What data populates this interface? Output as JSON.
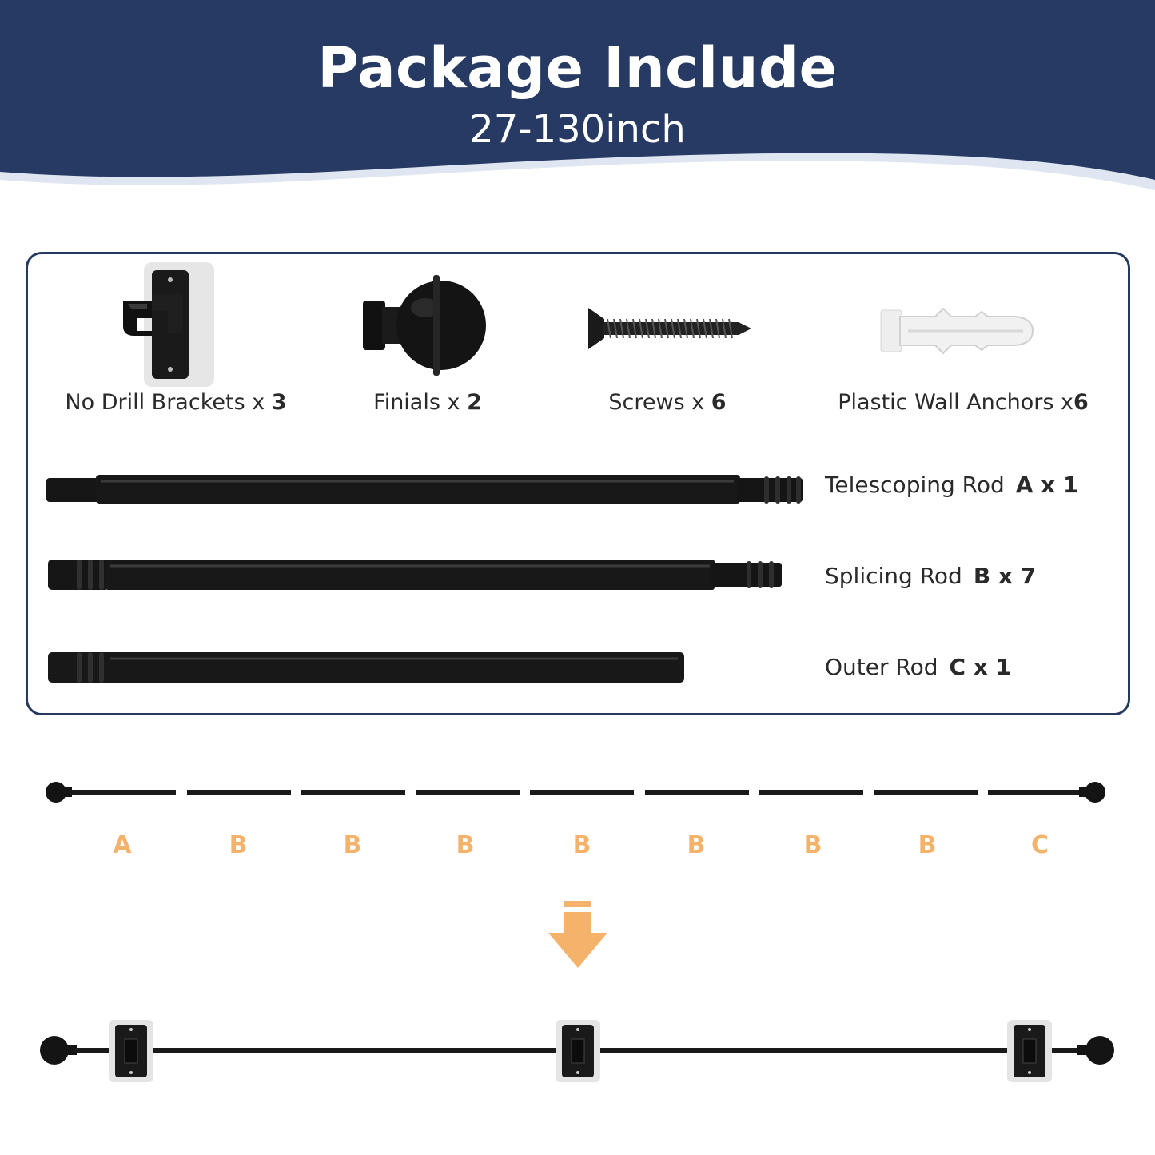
{
  "header": {
    "title": "Package Include",
    "subtitle": "27-130inch",
    "bg_color": "#263a64"
  },
  "items": [
    {
      "name": "No Drill Brackets x ",
      "qty": "3",
      "icon": "bracket-icon"
    },
    {
      "name": "Finials x ",
      "qty": "2",
      "icon": "finial-icon"
    },
    {
      "name": "Screws x ",
      "qty": "6",
      "icon": "screw-icon"
    },
    {
      "name": "Plastic Wall Anchors x",
      "qty": "6",
      "icon": "anchor-icon"
    }
  ],
  "rods": [
    {
      "name": "Telescoping Rod",
      "code": "A x 1"
    },
    {
      "name": "Splicing Rod",
      "code": "B x 7"
    },
    {
      "name": "Outer Rod",
      "code": "C x 1"
    }
  ],
  "assembly": {
    "segments": [
      "A",
      "B",
      "B",
      "B",
      "B",
      "B",
      "B",
      "B",
      "C"
    ],
    "accent_color": "#f4b26b"
  }
}
